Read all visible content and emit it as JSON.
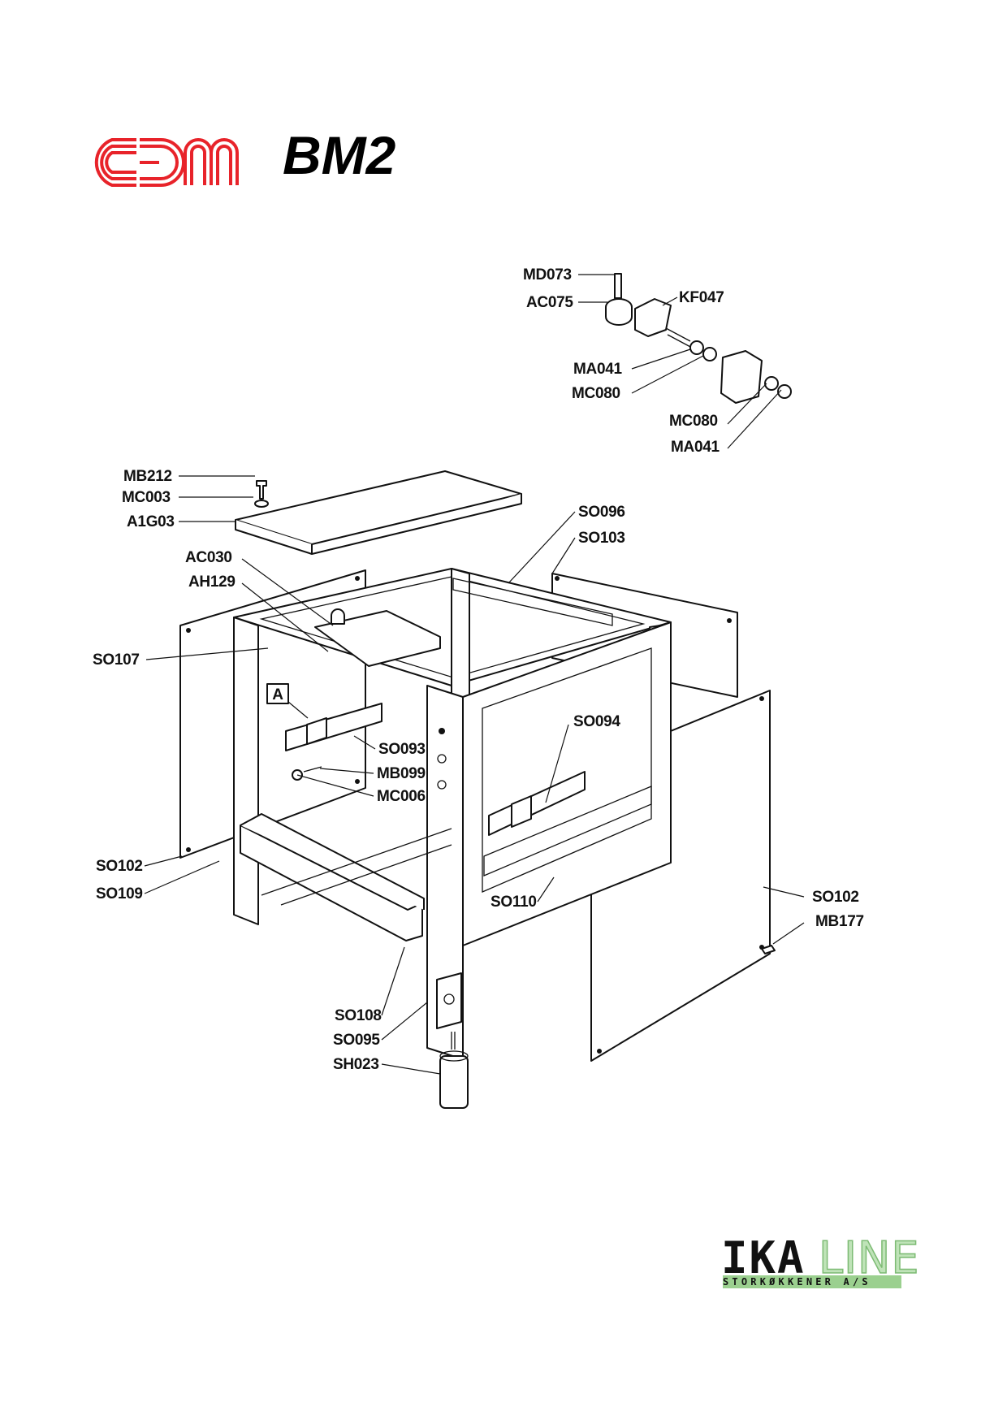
{
  "header": {
    "brand_logo": "oem",
    "model": "BM2"
  },
  "footer": {
    "company_logo_main": "IKA",
    "company_logo_accent": "LINE",
    "company_logo_sub": "STORKØKKENER A/S"
  },
  "detail_marker": "A",
  "callouts": {
    "md073": "MD073",
    "ac075": "AC075",
    "kf047": "KF047",
    "ma041_a": "MA041",
    "mc080_a": "MC080",
    "mc080_b": "MC080",
    "ma041_b": "MA041",
    "mb212": "MB212",
    "mc003": "MC003",
    "a1g03": "A1G03",
    "so096": "SO096",
    "so103": "SO103",
    "ac030": "AC030",
    "ah129": "AH129",
    "so107": "SO107",
    "so094": "SO094",
    "so093": "SO093",
    "mb099": "MB099",
    "mc006": "MC006",
    "so102_left": "SO102",
    "so109": "SO109",
    "so110": "SO110",
    "so102_right": "SO102",
    "mb177": "MB177",
    "so108": "SO108",
    "so095": "SO095",
    "sh023": "SH023"
  }
}
